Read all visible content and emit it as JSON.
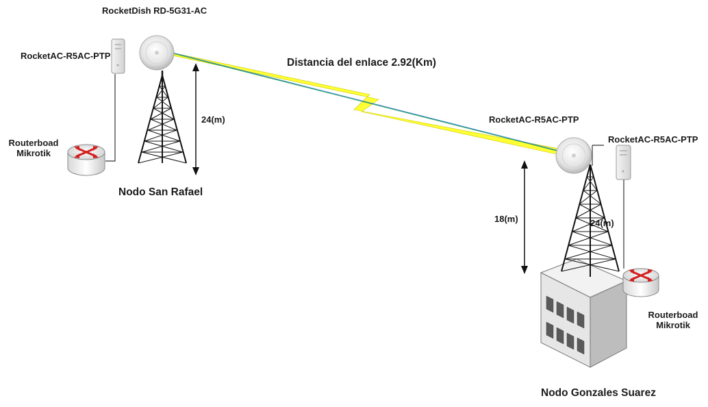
{
  "diagram": {
    "link": {
      "label": "Distancia del enlace 2.92(Km)",
      "beam_colors": [
        "#ffff33",
        "#2a7fd4",
        "#1e9e3a"
      ]
    },
    "node_a": {
      "name": "Nodo San Rafael",
      "dish_label": "RocketDish RD-5G31-AC",
      "radio_label": "RocketAC-R5AC-PTP",
      "router_label_line1": "Routerboad",
      "router_label_line2": "Mikrotik",
      "tower_height": "24(m)"
    },
    "node_b": {
      "name": "Nodo Gonzales Suarez",
      "dish_label": "RocketAC-R5AC-PTP",
      "radio_label": "RocketAC-R5AC-PTP",
      "router_label_line1": "Routerboad",
      "router_label_line2": "Mikrotik",
      "tower_height": "24(m)",
      "building_height": "18(m)"
    },
    "colors": {
      "router_arrows": "#d42020",
      "tower": "#111111",
      "building_front": "#e6e6e6",
      "building_side": "#bdbdbd"
    }
  }
}
